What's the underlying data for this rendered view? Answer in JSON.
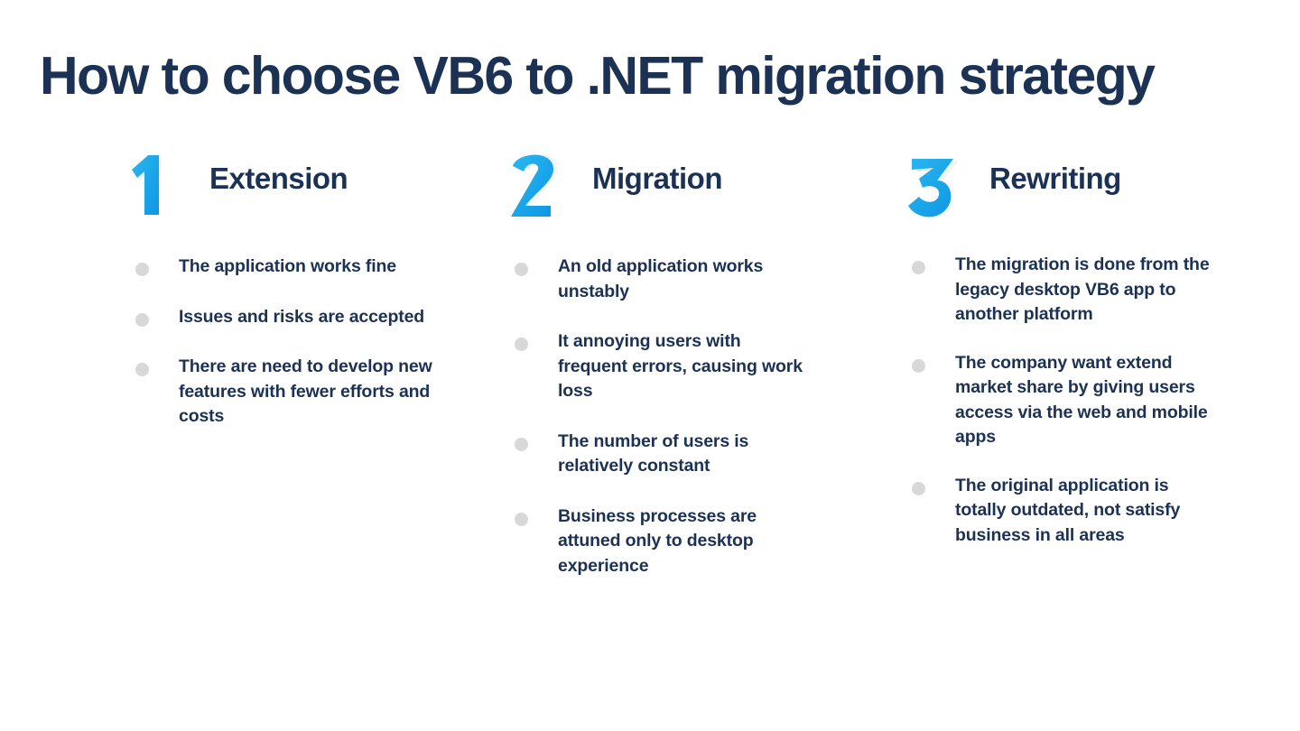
{
  "slide": {
    "title": "How to choose VB6 to .NET migration strategy",
    "background_color": "#ffffff",
    "accent_color": "#17a8ec",
    "text_color": "#1c3254",
    "bullet_color": "#d8d8d8"
  },
  "columns": [
    {
      "number": "1",
      "label": "Extension",
      "bullets": [
        "The application works fine",
        "Issues and risks are accepted",
        "There are need to develop new features with fewer efforts and costs"
      ]
    },
    {
      "number": "2",
      "label": "Migration",
      "bullets": [
        "An old application works unstably",
        "It annoying users with frequent errors, causing work loss",
        "The number of users is relatively constant",
        "Business processes are attuned only to desktop experience"
      ]
    },
    {
      "number": "3",
      "label": "Rewriting",
      "bullets": [
        "The migration is done from the legacy desktop VB6 app to another platform",
        "The company want extend market share by giving users access via the web and mobile apps",
        "The original application is totally outdated, not satisfy business in all areas"
      ]
    }
  ]
}
